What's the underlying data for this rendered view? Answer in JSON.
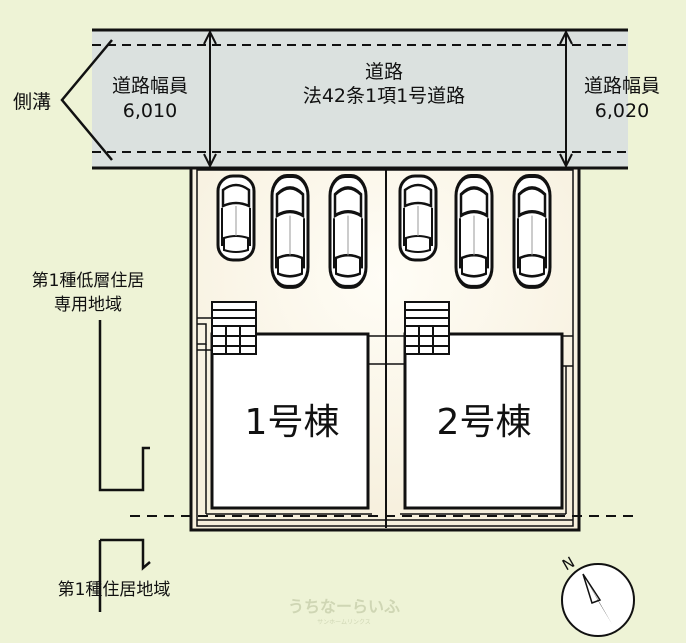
{
  "road": {
    "name": "道路",
    "class": "法42条1項1号道路",
    "width_left_label": "道路幅員",
    "width_left_value": "6,010",
    "width_right_label": "道路幅員",
    "width_right_value": "6,020"
  },
  "gutter_label": "側溝",
  "lots": [
    {
      "label": "1号棟",
      "parking_spaces": 3
    },
    {
      "label": "2号棟",
      "parking_spaces": 3
    }
  ],
  "zones": {
    "upper_line1": "第1種低層住居",
    "upper_line2": "専用地域",
    "lower": "第1種住居地域"
  },
  "north_label": "N",
  "watermark": {
    "main": "うちなーらいふ",
    "sub": "サンホームリンクス"
  },
  "colors": {
    "background": "#eef3d6",
    "road": "#dbe1df",
    "lot": "#fbf9f1",
    "house": "#ffffff",
    "line": "#111111"
  }
}
